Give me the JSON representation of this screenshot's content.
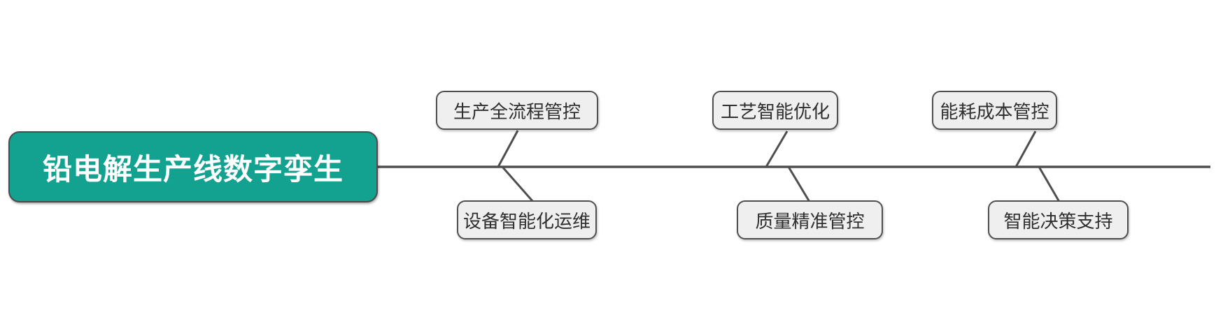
{
  "diagram": {
    "type": "fishbone-mindmap",
    "root": {
      "label": "铅电解生产线数字孪生"
    },
    "branches": {
      "top": [
        {
          "label": "生产全流程管控"
        },
        {
          "label": "工艺智能优化"
        },
        {
          "label": "能耗成本管控"
        }
      ],
      "bottom": [
        {
          "label": "设备智能化运维"
        },
        {
          "label": "质量精准管控"
        },
        {
          "label": "智能决策支持"
        }
      ]
    },
    "colors": {
      "root_fill": "#13a190",
      "root_text": "#ffffff",
      "node_fill": "#efefef",
      "node_border": "#4f4f4f",
      "node_text": "#2f2f2f",
      "line": "#4f4f4f",
      "background": "#ffffff"
    }
  }
}
